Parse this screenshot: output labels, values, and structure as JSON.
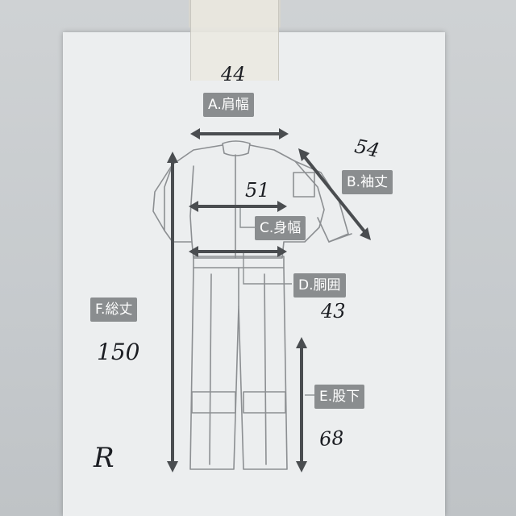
{
  "sheet": {
    "labels": {
      "shoulder_width": "A.肩幅",
      "sleeve_length": "B.袖丈",
      "body_width": "C.身幅",
      "waist": "D.胴囲",
      "inseam": "E.股下",
      "total_length": "F.総丈"
    },
    "handwritten": {
      "shoulder_width": "44",
      "sleeve_length": "54",
      "body_width": "51",
      "waist": "43",
      "inseam": "68",
      "total_length": "150",
      "side_mark": "R"
    }
  }
}
